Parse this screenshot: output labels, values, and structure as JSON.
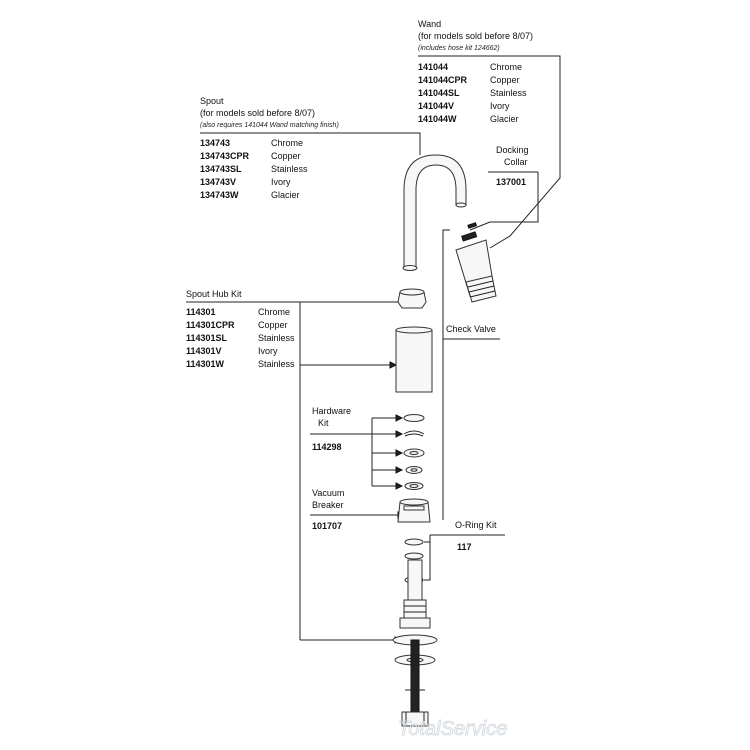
{
  "wand": {
    "title": "Wand",
    "note": "(for models sold before 8/07)",
    "subnote": "(includes hose kit 124662)",
    "parts": [
      {
        "num": "141044",
        "finish": "Chrome"
      },
      {
        "num": "141044CPR",
        "finish": "Copper"
      },
      {
        "num": "141044SL",
        "finish": "Stainless"
      },
      {
        "num": "141044V",
        "finish": "Ivory"
      },
      {
        "num": "141044W",
        "finish": "Glacier"
      }
    ]
  },
  "spout": {
    "title": "Spout",
    "note": "(for models sold before 8/07)",
    "subnote": "(also requires 141044 Wand matching finish)",
    "parts": [
      {
        "num": "134743",
        "finish": "Chrome"
      },
      {
        "num": "134743CPR",
        "finish": "Copper"
      },
      {
        "num": "134743SL",
        "finish": "Stainless"
      },
      {
        "num": "134743V",
        "finish": "Ivory"
      },
      {
        "num": "134743W",
        "finish": "Glacier"
      }
    ]
  },
  "docking_collar": {
    "line1": "Docking",
    "line2": "Collar",
    "num": "137001"
  },
  "spout_hub_kit": {
    "title": "Spout Hub Kit",
    "parts": [
      {
        "num": "114301",
        "finish": "Chrome"
      },
      {
        "num": "114301CPR",
        "finish": "Copper"
      },
      {
        "num": "114301SL",
        "finish": "Stainless"
      },
      {
        "num": "114301V",
        "finish": "Ivory"
      },
      {
        "num": "114301W",
        "finish": "Stainless"
      }
    ]
  },
  "check_valve": {
    "label": "Check Valve"
  },
  "hardware_kit": {
    "line1": "Hardware",
    "line2": "Kit",
    "num": "114298"
  },
  "vacuum_breaker": {
    "line1": "Vacuum",
    "line2": "Breaker",
    "num": "101707"
  },
  "oring_kit": {
    "label": "O-Ring Kit",
    "num": "117"
  },
  "watermark": {
    "text": "TotalService"
  }
}
